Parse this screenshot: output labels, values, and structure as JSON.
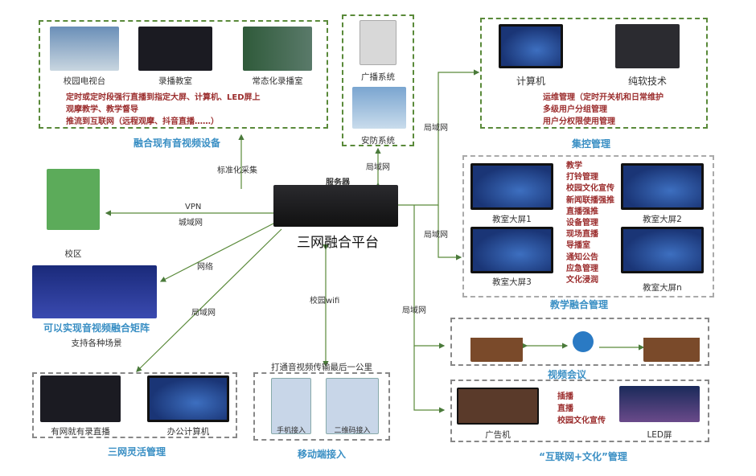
{
  "top_left": {
    "title": "融合现有音视频设备",
    "items": [
      "校园电视台",
      "录播教室",
      "常态化录播室"
    ],
    "notes": [
      "定时或定时段强行直播到指定大屏、计算机、LED屏上",
      "观摩教学、教学督导",
      "推流到互联网（远程观摩、抖音直播……）"
    ]
  },
  "top_mid": {
    "items": [
      "广播系统",
      "安防系统"
    ]
  },
  "central_control": {
    "title": "集控管理",
    "items": [
      "计算机",
      "纯软技术"
    ],
    "notes": [
      "运维管理（定时开关机和日常维护",
      "多级用户分组管理",
      "用户分权限使用管理"
    ]
  },
  "teaching": {
    "title": "教学融合管理",
    "screens": [
      "教室大屏1",
      "教室大屏2",
      "教室大屏3",
      "教室大屏n"
    ],
    "features": [
      "教学",
      "打铃管理",
      "校园文化宣传",
      "新闻联播强推",
      "直播强推",
      "设备管理",
      "现场直播",
      "导播室",
      "通知公告",
      "应急管理",
      "文化浸润"
    ]
  },
  "server": {
    "label": "服务器",
    "platform": "三网融合平台"
  },
  "campus": {
    "label": "校区"
  },
  "matrix": {
    "title": "可以实现音视频融合矩阵",
    "subtitle": "支持各种场景"
  },
  "flexible": {
    "title": "三网灵活管理",
    "items": [
      "有网就有录直播",
      "办公计算机"
    ]
  },
  "mobile": {
    "header": "打通音视频传输最后一公里",
    "title": "移动端接入",
    "items": [
      "手机接入",
      "二维码接入"
    ]
  },
  "video_conf": {
    "title": "视频会议"
  },
  "culture": {
    "title": "“互联网+文化”管理",
    "items": [
      "广告机",
      "LED屏"
    ],
    "notes": [
      "插播",
      "直播",
      "校园文化宣传"
    ]
  },
  "links": {
    "standard": "标准化采集",
    "lan_top": "局域网",
    "lan_right": "局域网",
    "vpn": "VPN",
    "metro": "城域网",
    "lan_mid": "局域网",
    "network": "网络",
    "lan_left": "局域网",
    "wifi": "校园wifi",
    "lan_bottom": "局域网"
  },
  "colors": {
    "border": "#5a8a3a",
    "title": "#3a8fc4",
    "note": "#9b2d2d"
  }
}
